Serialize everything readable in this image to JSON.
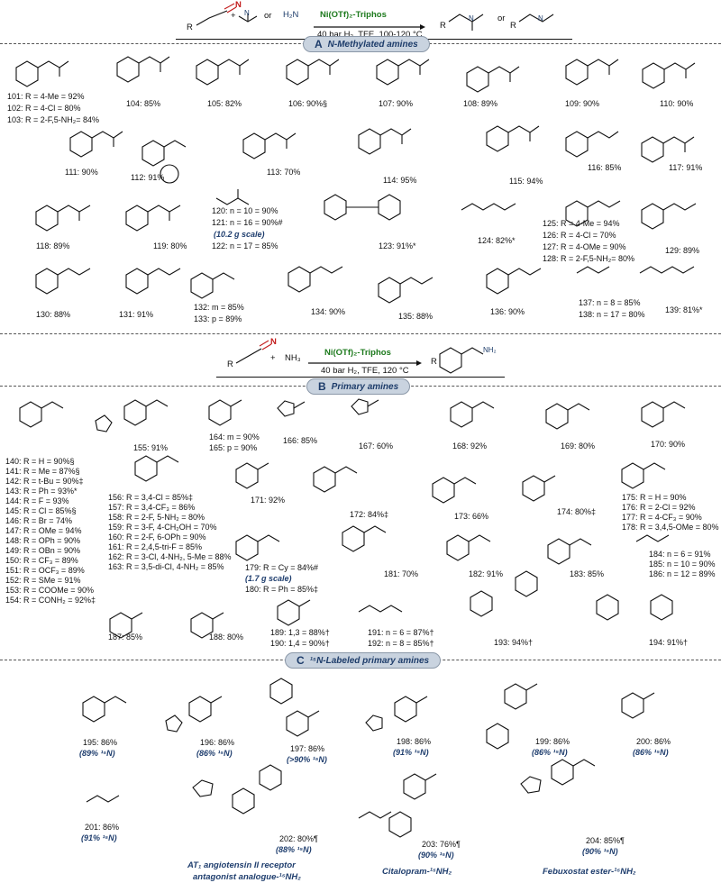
{
  "header": {
    "reactant_R": "R",
    "reactant_N": "N",
    "plus": "+",
    "or1": "or",
    "amine2_label": "H₂N",
    "catalyst": "Ni(OTf)₂-Triphos",
    "conditions": "40 bar H₂, TFE, 100-120 °C",
    "or2": "or"
  },
  "sectionA": {
    "letter": "A",
    "title": "N-Methylated amines"
  },
  "compoundsA": [
    {
      "id": "101",
      "text": "101: R = 4-Me = 92%"
    },
    {
      "id": "102",
      "text": "102: R = 4-Cl = 80%"
    },
    {
      "id": "103",
      "text": "103: R = 2-F,5-NH₂= 84%"
    },
    {
      "id": "104",
      "text": "104: 85%"
    },
    {
      "id": "105",
      "text": "105: 82%"
    },
    {
      "id": "106",
      "text": "106: 90%§"
    },
    {
      "id": "107",
      "text": "107: 90%"
    },
    {
      "id": "108",
      "text": "108: 89%"
    },
    {
      "id": "109",
      "text": "109: 90%"
    },
    {
      "id": "110",
      "text": "110: 90%"
    },
    {
      "id": "111",
      "text": "111: 90%"
    },
    {
      "id": "112",
      "text": "112: 91%"
    },
    {
      "id": "113",
      "text": "113: 70%"
    },
    {
      "id": "114",
      "text": "114: 95%"
    },
    {
      "id": "115",
      "text": "115: 94%"
    },
    {
      "id": "116",
      "text": "116: 85%"
    },
    {
      "id": "117",
      "text": "117: 91%"
    },
    {
      "id": "118",
      "text": "118: 89%"
    },
    {
      "id": "119",
      "text": "119: 80%"
    },
    {
      "id": "120",
      "text": "120: n = 10 = 90%"
    },
    {
      "id": "121",
      "text": "121: n = 16 = 90%#"
    },
    {
      "id": "121s",
      "text": "(10.2 g scale)"
    },
    {
      "id": "122",
      "text": "122: n = 17 = 85%"
    },
    {
      "id": "123",
      "text": "123: 91%*"
    },
    {
      "id": "124",
      "text": "124: 82%*"
    },
    {
      "id": "125",
      "text": "125: R = 4-Me = 94%"
    },
    {
      "id": "126",
      "text": "126: R = 4-Cl = 70%"
    },
    {
      "id": "127",
      "text": "127: R = 4-OMe = 90%"
    },
    {
      "id": "128",
      "text": "128: R = 2-F,5-NH₂= 80%"
    },
    {
      "id": "129",
      "text": "129: 89%"
    },
    {
      "id": "130",
      "text": "130: 88%"
    },
    {
      "id": "131",
      "text": "131: 91%"
    },
    {
      "id": "132",
      "text": "132: m = 85%"
    },
    {
      "id": "133",
      "text": "133: p = 89%"
    },
    {
      "id": "134",
      "text": "134: 90%"
    },
    {
      "id": "135",
      "text": "135: 88%"
    },
    {
      "id": "136",
      "text": "136: 90%"
    },
    {
      "id": "137",
      "text": "137: n = 8 = 85%"
    },
    {
      "id": "138",
      "text": "138: n = 17 = 80%"
    },
    {
      "id": "139",
      "text": "139: 81%*"
    }
  ],
  "header2": {
    "reactant_R": "R",
    "reactant_N": "N",
    "plus": "+",
    "nh3": "NH₃",
    "catalyst": "Ni(OTf)₂-Triphos",
    "conditions": "40 bar H₂, TFE, 120 °C"
  },
  "sectionB": {
    "letter": "B",
    "title": "Primary amines"
  },
  "compoundsB_list1": [
    "140: R = H = 90%§",
    "141: R = Me = 87%§",
    "142: R = t-Bu = 90%‡",
    "143: R = Ph = 93%*",
    "144: R = F = 93%",
    "145: R = Cl = 85%§",
    "146: R = Br = 74%",
    "147: R = OMe = 94%",
    "148: R = OPh = 90%",
    "149: R = OBn = 90%",
    "150: R = CF₃ = 89%",
    "151: R = OCF₃ = 89%",
    "152: R = SMe = 91%",
    "153: R = COOMe = 90%",
    "154: R = CONH₂ = 92%‡"
  ],
  "compoundsB_list2": [
    "156: R = 3,4-Cl = 85%‡",
    "157: R = 3,4-CF₃ = 86%",
    "158: R = 2-F, 5-NH₂ = 80%",
    "159: R = 3-F, 4-CH₂OH = 70%",
    "160: R = 2-F, 6-OPh = 90%",
    "161: R = 2,4,5-tri-F = 85%",
    "162: R = 3-Cl, 4-NH₂, 5-Me = 88%",
    "163: R = 3,5-di-Cl, 4-NH₂ = 85%"
  ],
  "compoundsB_list3": [
    "175: R = H = 90%",
    "176: R = 2-Cl = 92%",
    "177: R = 4-CF₃ = 90%",
    "178: R = 3,4,5-OMe = 80%"
  ],
  "compoundsB_list4": [
    "184: n = 6 = 91%",
    "185: n = 10 = 90%",
    "186: n = 12 = 89%"
  ],
  "compoundsB": [
    {
      "id": "155",
      "text": "155: 91%"
    },
    {
      "id": "164",
      "text": "164: m = 90%"
    },
    {
      "id": "165",
      "text": "165: p = 90%"
    },
    {
      "id": "166",
      "text": "166: 85%"
    },
    {
      "id": "167",
      "text": "167: 60%"
    },
    {
      "id": "168",
      "text": "168: 92%"
    },
    {
      "id": "169",
      "text": "169: 80%"
    },
    {
      "id": "170",
      "text": "170: 90%"
    },
    {
      "id": "171",
      "text": "171: 92%"
    },
    {
      "id": "172",
      "text": "172: 84%‡"
    },
    {
      "id": "173",
      "text": "173: 66%"
    },
    {
      "id": "174",
      "text": "174: 80%‡"
    },
    {
      "id": "179",
      "text": "179: R = Cy = 84%#"
    },
    {
      "id": "179s",
      "text": "(1.7 g scale)"
    },
    {
      "id": "180",
      "text": "180: R = Ph = 85%‡"
    },
    {
      "id": "181",
      "text": "181: 70%"
    },
    {
      "id": "182",
      "text": "182: 91%"
    },
    {
      "id": "183",
      "text": "183: 85%"
    },
    {
      "id": "187",
      "text": "187: 85%"
    },
    {
      "id": "188",
      "text": "188: 80%"
    },
    {
      "id": "189",
      "text": "189: 1,3 = 88%†"
    },
    {
      "id": "190",
      "text": "190: 1,4 = 90%†"
    },
    {
      "id": "191",
      "text": "191: n = 6 = 87%†"
    },
    {
      "id": "192",
      "text": "192: n = 8 = 85%†"
    },
    {
      "id": "193",
      "text": "193: 94%†"
    },
    {
      "id": "194",
      "text": "194: 91%†"
    }
  ],
  "sectionC": {
    "letter": "C",
    "title": "¹⁵N-Labeled primary amines"
  },
  "compoundsC": [
    {
      "id": "195",
      "text": "195: 86%",
      "label": "(89% ¹⁵N)"
    },
    {
      "id": "196",
      "text": "196: 86%",
      "label": "(86% ¹⁵N)"
    },
    {
      "id": "197",
      "text": "197: 86%",
      "label": "(>90% ¹⁵N)"
    },
    {
      "id": "198",
      "text": "198: 86%",
      "label": "(91% ¹⁵N)"
    },
    {
      "id": "199",
      "text": "199: 86%",
      "label": "(86% ¹⁵N)"
    },
    {
      "id": "200",
      "text": "200: 86%",
      "label": "(86% ¹⁵N)"
    },
    {
      "id": "201",
      "text": "201: 86%",
      "label": "(91% ¹⁵N)"
    },
    {
      "id": "202",
      "text": "202: 80%¶",
      "label": "(88% ¹⁵N)"
    },
    {
      "id": "203",
      "text": "203: 76%¶",
      "label": "(90% ¹⁵N)"
    },
    {
      "id": "204",
      "text": "204: 85%¶",
      "label": "(90% ¹⁵N)"
    }
  ],
  "drugNames": {
    "d202_line1": "AT₁ angiotensin II receptor",
    "d202_line2": "antagonist analogue-¹⁵NH₂",
    "d203": "Citalopram-¹⁵NH₂",
    "d204": "Febuxostat ester-¹⁵NH₂"
  },
  "colors": {
    "accent": "#1d3c6a",
    "catalyst": "#1d7a1d",
    "pill": "#c9d3df",
    "nitrile_N": "#c21b1b"
  }
}
